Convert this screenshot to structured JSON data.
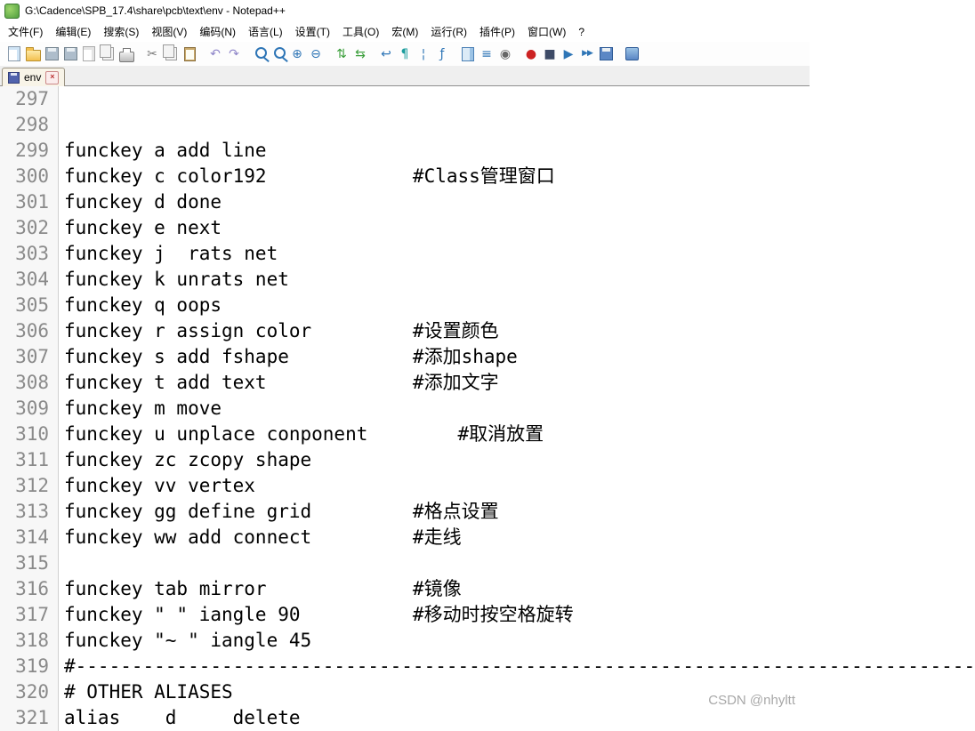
{
  "titlebar": {
    "title": "G:\\Cadence\\SPB_17.4\\share\\pcb\\text\\env - Notepad++"
  },
  "menu": {
    "items": [
      "文件(F)",
      "编辑(E)",
      "搜索(S)",
      "视图(V)",
      "编码(N)",
      "语言(L)",
      "设置(T)",
      "工具(O)",
      "宏(M)",
      "运行(R)",
      "插件(P)",
      "窗口(W)",
      "?"
    ]
  },
  "toolbar": {
    "glyphs": {
      "cut": "✂",
      "undo": "↶",
      "redo": "↷",
      "zoom_in": "⊕",
      "zoom_out": "⊖",
      "sync_v": "⇅",
      "sync_h": "⇆",
      "word_wrap": "↩",
      "show_all_chars": "¶",
      "indent_guide": "¦",
      "function_list": "ƒ",
      "doc_switcher": "≡",
      "monitoring": "◉",
      "record": "●",
      "stop": "■",
      "play": "▶",
      "play_multi": "▶▶"
    }
  },
  "tabbar": {
    "tabs": [
      {
        "label": "env"
      }
    ],
    "close_glyph": "×"
  },
  "editor": {
    "lines": [
      {
        "num": "297",
        "text": ""
      },
      {
        "num": "298",
        "text": ""
      },
      {
        "num": "299",
        "text": "funckey a add line"
      },
      {
        "num": "300",
        "text": "funckey c color192             #Class管理窗口"
      },
      {
        "num": "301",
        "text": "funckey d done"
      },
      {
        "num": "302",
        "text": "funckey e next"
      },
      {
        "num": "303",
        "text": "funckey j  rats net"
      },
      {
        "num": "304",
        "text": "funckey k unrats net"
      },
      {
        "num": "305",
        "text": "funckey q oops"
      },
      {
        "num": "306",
        "text": "funckey r assign color         #设置颜色"
      },
      {
        "num": "307",
        "text": "funckey s add fshape           #添加shape"
      },
      {
        "num": "308",
        "text": "funckey t add text             #添加文字"
      },
      {
        "num": "309",
        "text": "funckey m move"
      },
      {
        "num": "310",
        "text": "funckey u unplace conponent        #取消放置"
      },
      {
        "num": "311",
        "text": "funckey zc zcopy shape"
      },
      {
        "num": "312",
        "text": "funckey vv vertex"
      },
      {
        "num": "313",
        "text": "funckey gg define grid         #格点设置"
      },
      {
        "num": "314",
        "text": "funckey ww add connect         #走线"
      },
      {
        "num": "315",
        "text": ""
      },
      {
        "num": "316",
        "text": "funckey tab mirror             #镜像"
      },
      {
        "num": "317",
        "text": "funckey \" \" iangle 90          #移动时按空格旋转"
      },
      {
        "num": "318",
        "text": "funckey \"~ \" iangle 45"
      },
      {
        "num": "319",
        "text": "#--------------------------------------------------------------------------------"
      },
      {
        "num": "320",
        "text": "# OTHER ALIASES"
      },
      {
        "num": "321",
        "text": "alias    d     delete"
      }
    ]
  },
  "colors": {
    "tab_saved_indicator": "#5163ad",
    "record_dot": "#cc2222",
    "line_number": "#8a8a8a",
    "watermark_text": "#a8a8a8"
  },
  "watermark": "CSDN @nhyltt"
}
